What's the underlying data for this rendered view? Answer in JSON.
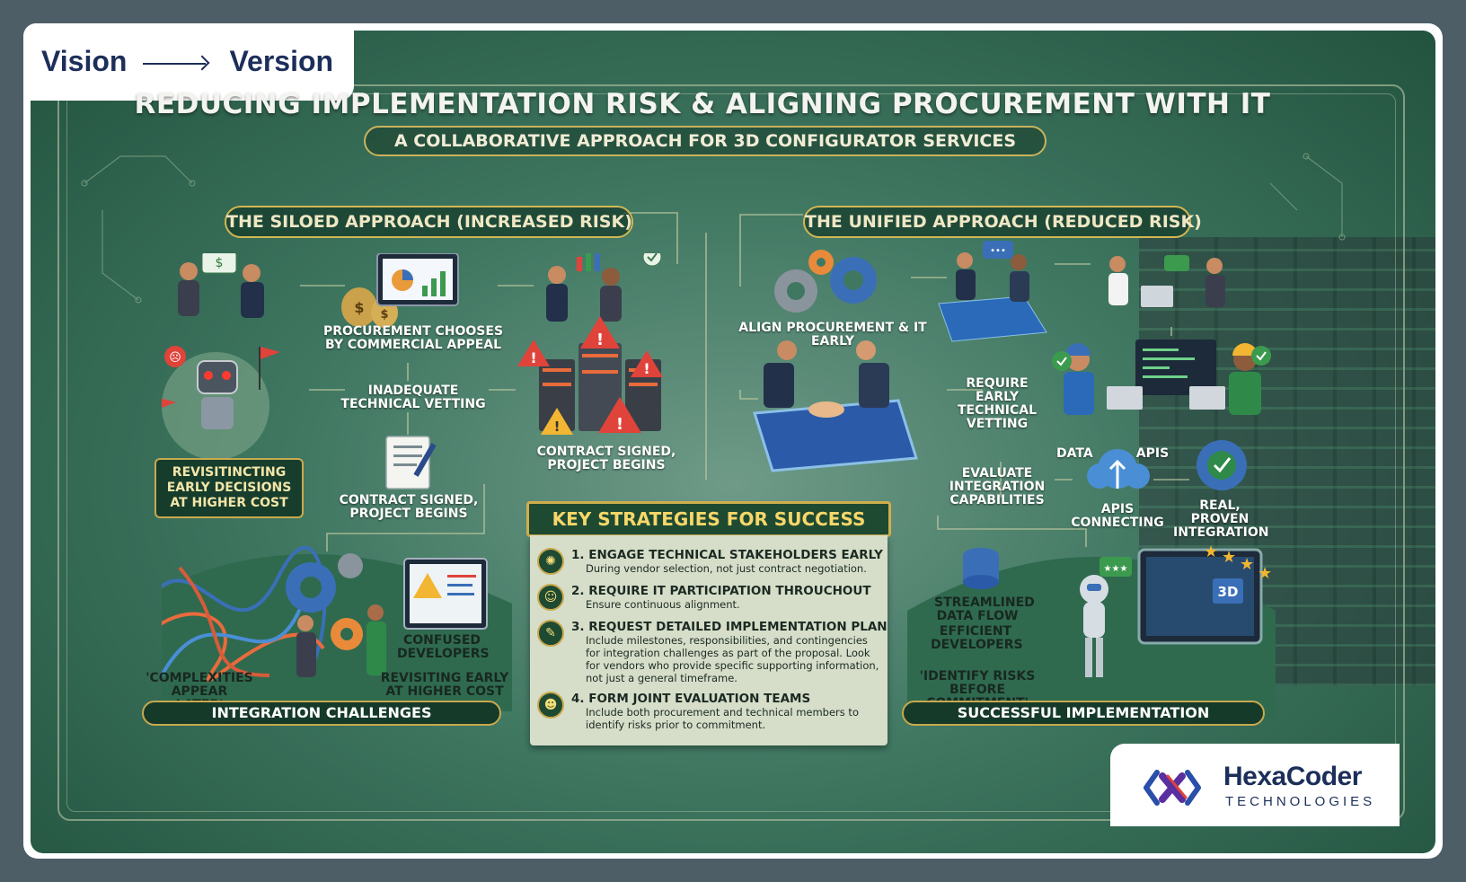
{
  "header": {
    "vision": "Vision",
    "version": "Version"
  },
  "title": "REDUCING IMPLEMENTATION RISK & ALIGNING PROCUREMENT WITH IT",
  "subtitle": "A COLLABORATIVE APPROACH FOR 3D CONFIGURATOR SERVICES",
  "siloed": {
    "heading": "THE SILOED APPROACH (INCREASED RISK)",
    "procurement": "PROCUREMENT CHOOSES BY COMMERCIAL APPEAL",
    "vetting": "INADEQUATE TECHNICAL VETTING",
    "contract_right": "CONTRACT SIGNED, PROJECT BEGINS",
    "contract_center": "CONTRACT SIGNED, PROJECT BEGINS",
    "revisiting_box": "REVISITINCTING EARLY DECISIONS AT HIGHER COST",
    "complexities": "'COMPLEXITIES APPEAR LATER'",
    "confused": "CONFUSED DEVELOPERS",
    "revisiting_bottom": "REVISITING EARLY AT HIGHER COST",
    "ribbon": "INTEGRATION CHALLENGES"
  },
  "unified": {
    "heading": "THE UNIFIED APPROACH (REDUCED RISK)",
    "align": "ALIGN PROCUREMENT & IT EARLY",
    "require": "REQUIRE EARLY TECHNICAL VETTING",
    "evaluate": "EVALUATE INTEGRATION CAPABILITIES",
    "data": "DATA",
    "apis": "APIs",
    "apis_connecting": "APIS CONNECTING",
    "real_proven": "REAL, PROVEN INTEGRATION",
    "streamlined": "STREAMLINED DATA FLOW",
    "efficient": "EFFICIENT DEVELOPERS",
    "identify": "'IDENTIFY RISKS BEFORE COMMITMENT'",
    "ribbon": "SUCCESSFUL IMPLEMENTATION",
    "screen_label": "3D"
  },
  "strategies": {
    "heading": "KEY STRATEGIES FOR SUCCESS",
    "items": [
      {
        "title": "1. ENGAGE TECHNICAL STAKEHOLDERS EARLY",
        "desc": "During vendor selection, not just contract negotiation."
      },
      {
        "title": "2. REQUIRE IT PARTICIPATION THROUCHOUT",
        "desc": "Ensure continuous alignment."
      },
      {
        "title": "3. REQUEST DETAILED IMPLEMENTATION PLAN",
        "desc": "Include milestones, responsibilities, and contingencies for integration challenges as part of the proposal. Look for vendors who provide specific supporting information, not just a general timeframe."
      },
      {
        "title": "4. FORM JOINT EVALUATION TEAMS",
        "desc": "Include both procurement and technical members to identify risks prior to commitment."
      }
    ]
  },
  "logo": {
    "name": "HexaCoder",
    "tagline": "TECHNOLOGIES"
  },
  "colors": {
    "navy": "#1c2e5a",
    "board_green": "#3f7761",
    "gold": "#cfae4b",
    "panel_cream": "#d6ddc9",
    "risk_red": "#e0433a"
  }
}
